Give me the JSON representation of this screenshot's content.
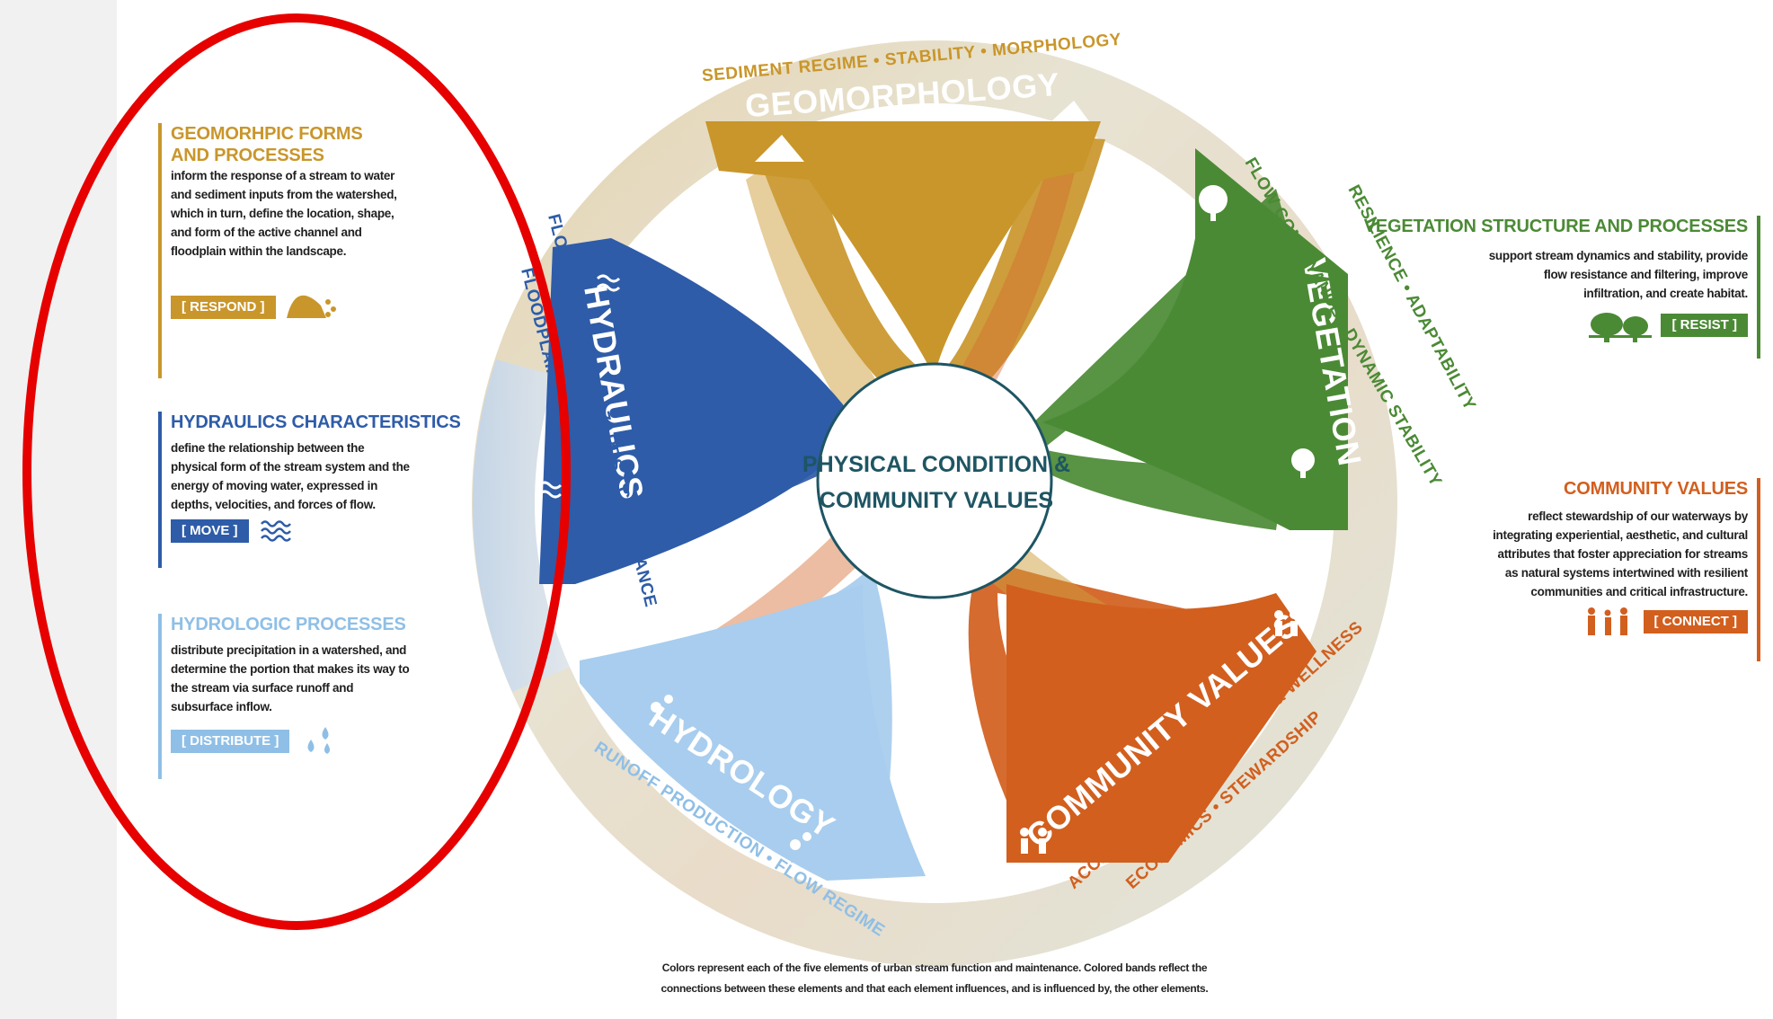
{
  "diagram": {
    "center_title": [
      "PHYSICAL CONDITION &",
      "COMMUNITY VALUES"
    ],
    "segments": {
      "geomorphology": {
        "title": "GEOMORPHOLOGY",
        "ring_text": "SEDIMENT REGIME • STABILITY • MORPHOLOGY",
        "color": "#c9962b"
      },
      "vegetation": {
        "title": "VEGETATION",
        "ring_text_1": "RESILIENCE • ADAPTABILITY",
        "ring_text_2": "FLOW CONVEYANCE • DYNAMIC STABILITY",
        "color": "#4b8a35"
      },
      "community": {
        "title": "COMMUNITY VALUES",
        "ring_text_1": "ACCESS TO NATURE • HEALTH & WELLNESS",
        "ring_text_2": "ECONOMICS • STEWARDSHIP",
        "color": "#d25f1e"
      },
      "hydrology": {
        "title": "HYDROLOGY",
        "ring_text": "RUNOFF PRODUCTION • FLOW REGIME",
        "color": "#8fbfe6"
      },
      "hydraulics": {
        "title": "HYDRAULICS",
        "ring_text_1": "FLOOD/EROSIONAL HAZARDS • CONVEYANCE",
        "ring_text_2": "FLOODPLAIN CONNECTIVITY",
        "color": "#2e5ca8"
      }
    },
    "caption": [
      "Colors represent each of the five elements of urban stream function and maintenance. Colored bands reflect the",
      "connections between these elements and  that each element influences, and is influenced by, the other elements."
    ]
  },
  "panels": {
    "geomorphic": {
      "title_1": "GEOMORHPIC FORMS",
      "title_2": "AND PROCESSES",
      "lines": [
        "inform the response of a stream to water",
        "and sediment inputs from the watershed,",
        "which in turn, define the location, shape,",
        "and form of the active channel and",
        "floodplain within the landscape."
      ],
      "tag": "[ RESPOND ]",
      "icon": "sediment-pile-icon",
      "color": "#c9962b"
    },
    "hydraulics": {
      "title": "HYDRAULICS CHARACTERISTICS",
      "lines": [
        "define the relationship between the",
        "physical form of the stream system and the",
        "energy of moving water, expressed in",
        "depths, velocities, and forces of flow."
      ],
      "tag": "[ MOVE ]",
      "icon": "waves-icon",
      "color": "#2e5ca8"
    },
    "hydrologic": {
      "title": "HYDROLOGIC PROCESSES",
      "lines": [
        "distribute precipitation in a watershed, and",
        "determine the portion that makes its way to",
        "the stream via surface runoff and",
        "subsurface inflow."
      ],
      "tag": "[ DISTRIBUTE ]",
      "icon": "water-drops-icon",
      "color": "#8fbfe6"
    },
    "vegetation": {
      "title": "VEGETATION STRUCTURE AND PROCESSES",
      "lines": [
        "support stream dynamics and stability, provide",
        "flow resistance and filtering, improve",
        "infiltration, and create habitat."
      ],
      "tag": "[ RESIST ]",
      "icon": "trees-icon",
      "color": "#4b8a35"
    },
    "community": {
      "title": "COMMUNITY VALUES",
      "lines": [
        "reflect stewardship of our waterways by",
        "integrating experiential, aesthetic, and cultural",
        "attributes that foster appreciation for streams",
        "as natural systems intertwined with resilient",
        "communities and critical infrastructure."
      ],
      "tag": "[ CONNECT ]",
      "icon": "people-icon",
      "color": "#d25f1e"
    }
  },
  "highlight": {
    "color": "#e60000"
  }
}
